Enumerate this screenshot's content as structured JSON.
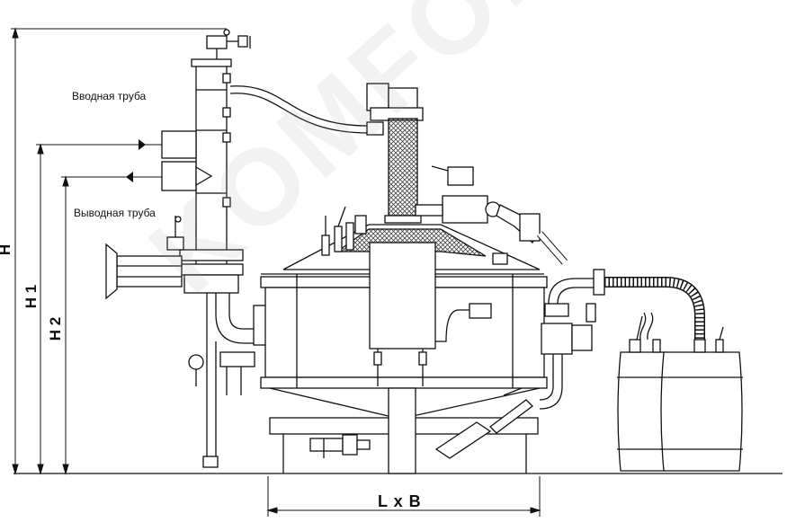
{
  "labels": {
    "inlet_pipe": "Вводная труба",
    "outlet_pipe": "Выводная труба"
  },
  "dimensions": {
    "h": "H",
    "h1": "H 1",
    "h2": "H 2",
    "lxb": "L x B"
  },
  "watermark": "KOMFORT.RU",
  "colors": {
    "line": "#111111",
    "hatch": "#555555",
    "watermark": "#a0a0a0"
  }
}
